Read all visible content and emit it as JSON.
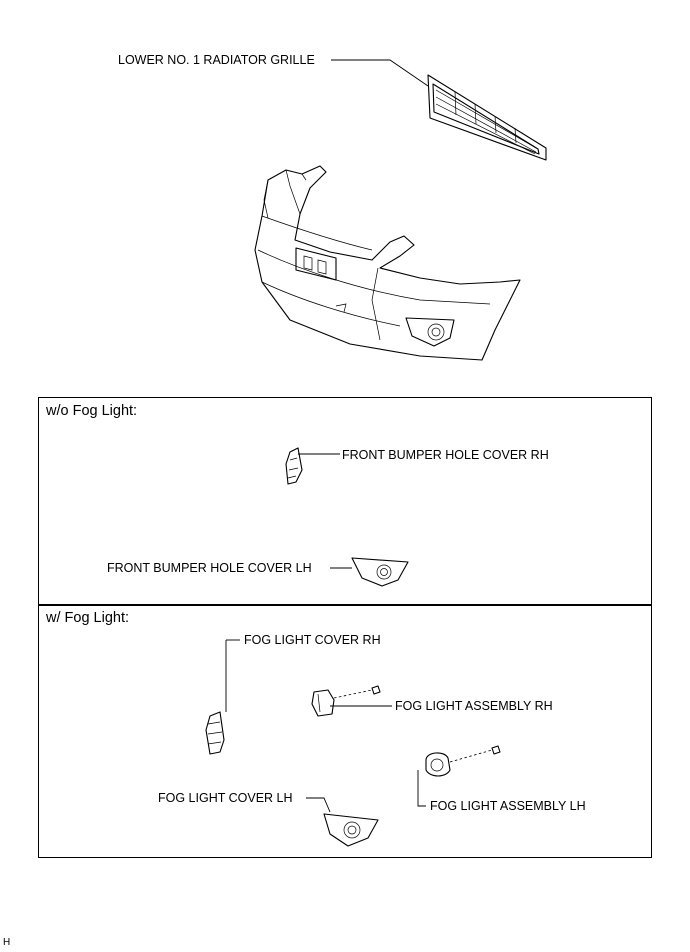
{
  "labels": {
    "lower_grille": "LOWER NO. 1 RADIATOR GRILLE",
    "hole_cover_rh": "FRONT BUMPER HOLE COVER RH",
    "hole_cover_lh": "FRONT BUMPER HOLE COVER LH",
    "fog_cover_rh": "FOG LIGHT COVER RH",
    "fog_assembly_rh": "FOG LIGHT ASSEMBLY RH",
    "fog_cover_lh": "FOG LIGHT COVER LH",
    "fog_assembly_lh": "FOG LIGHT ASSEMBLY LH"
  },
  "sections": {
    "without_fog": "w/o Fog Light:",
    "with_fog": "w/ Fog Light:"
  },
  "footer_code": "H"
}
